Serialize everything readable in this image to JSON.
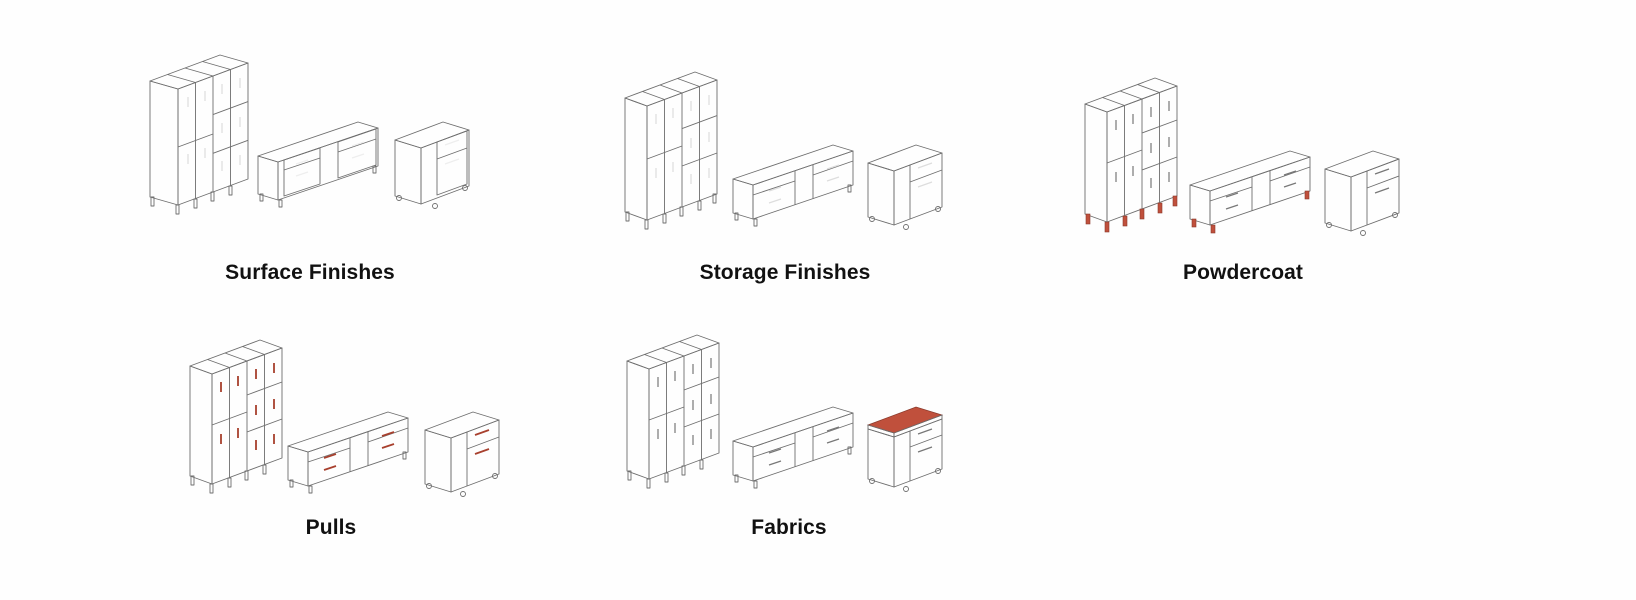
{
  "accent_color": "#c0503c",
  "line_color": "#6e6e6e",
  "background_color": "#fefefe",
  "panels": [
    {
      "id": "surface-finishes",
      "label": "Surface Finishes",
      "highlight": "door and drawer fronts"
    },
    {
      "id": "storage-finishes",
      "label": "Storage Finishes",
      "highlight": "entire case body"
    },
    {
      "id": "powdercoat",
      "label": "Powdercoat",
      "highlight": "legs"
    },
    {
      "id": "pulls",
      "label": "Pulls",
      "highlight": "handles"
    },
    {
      "id": "fabrics",
      "label": "Fabrics",
      "highlight": "pedestal cushion top"
    }
  ]
}
